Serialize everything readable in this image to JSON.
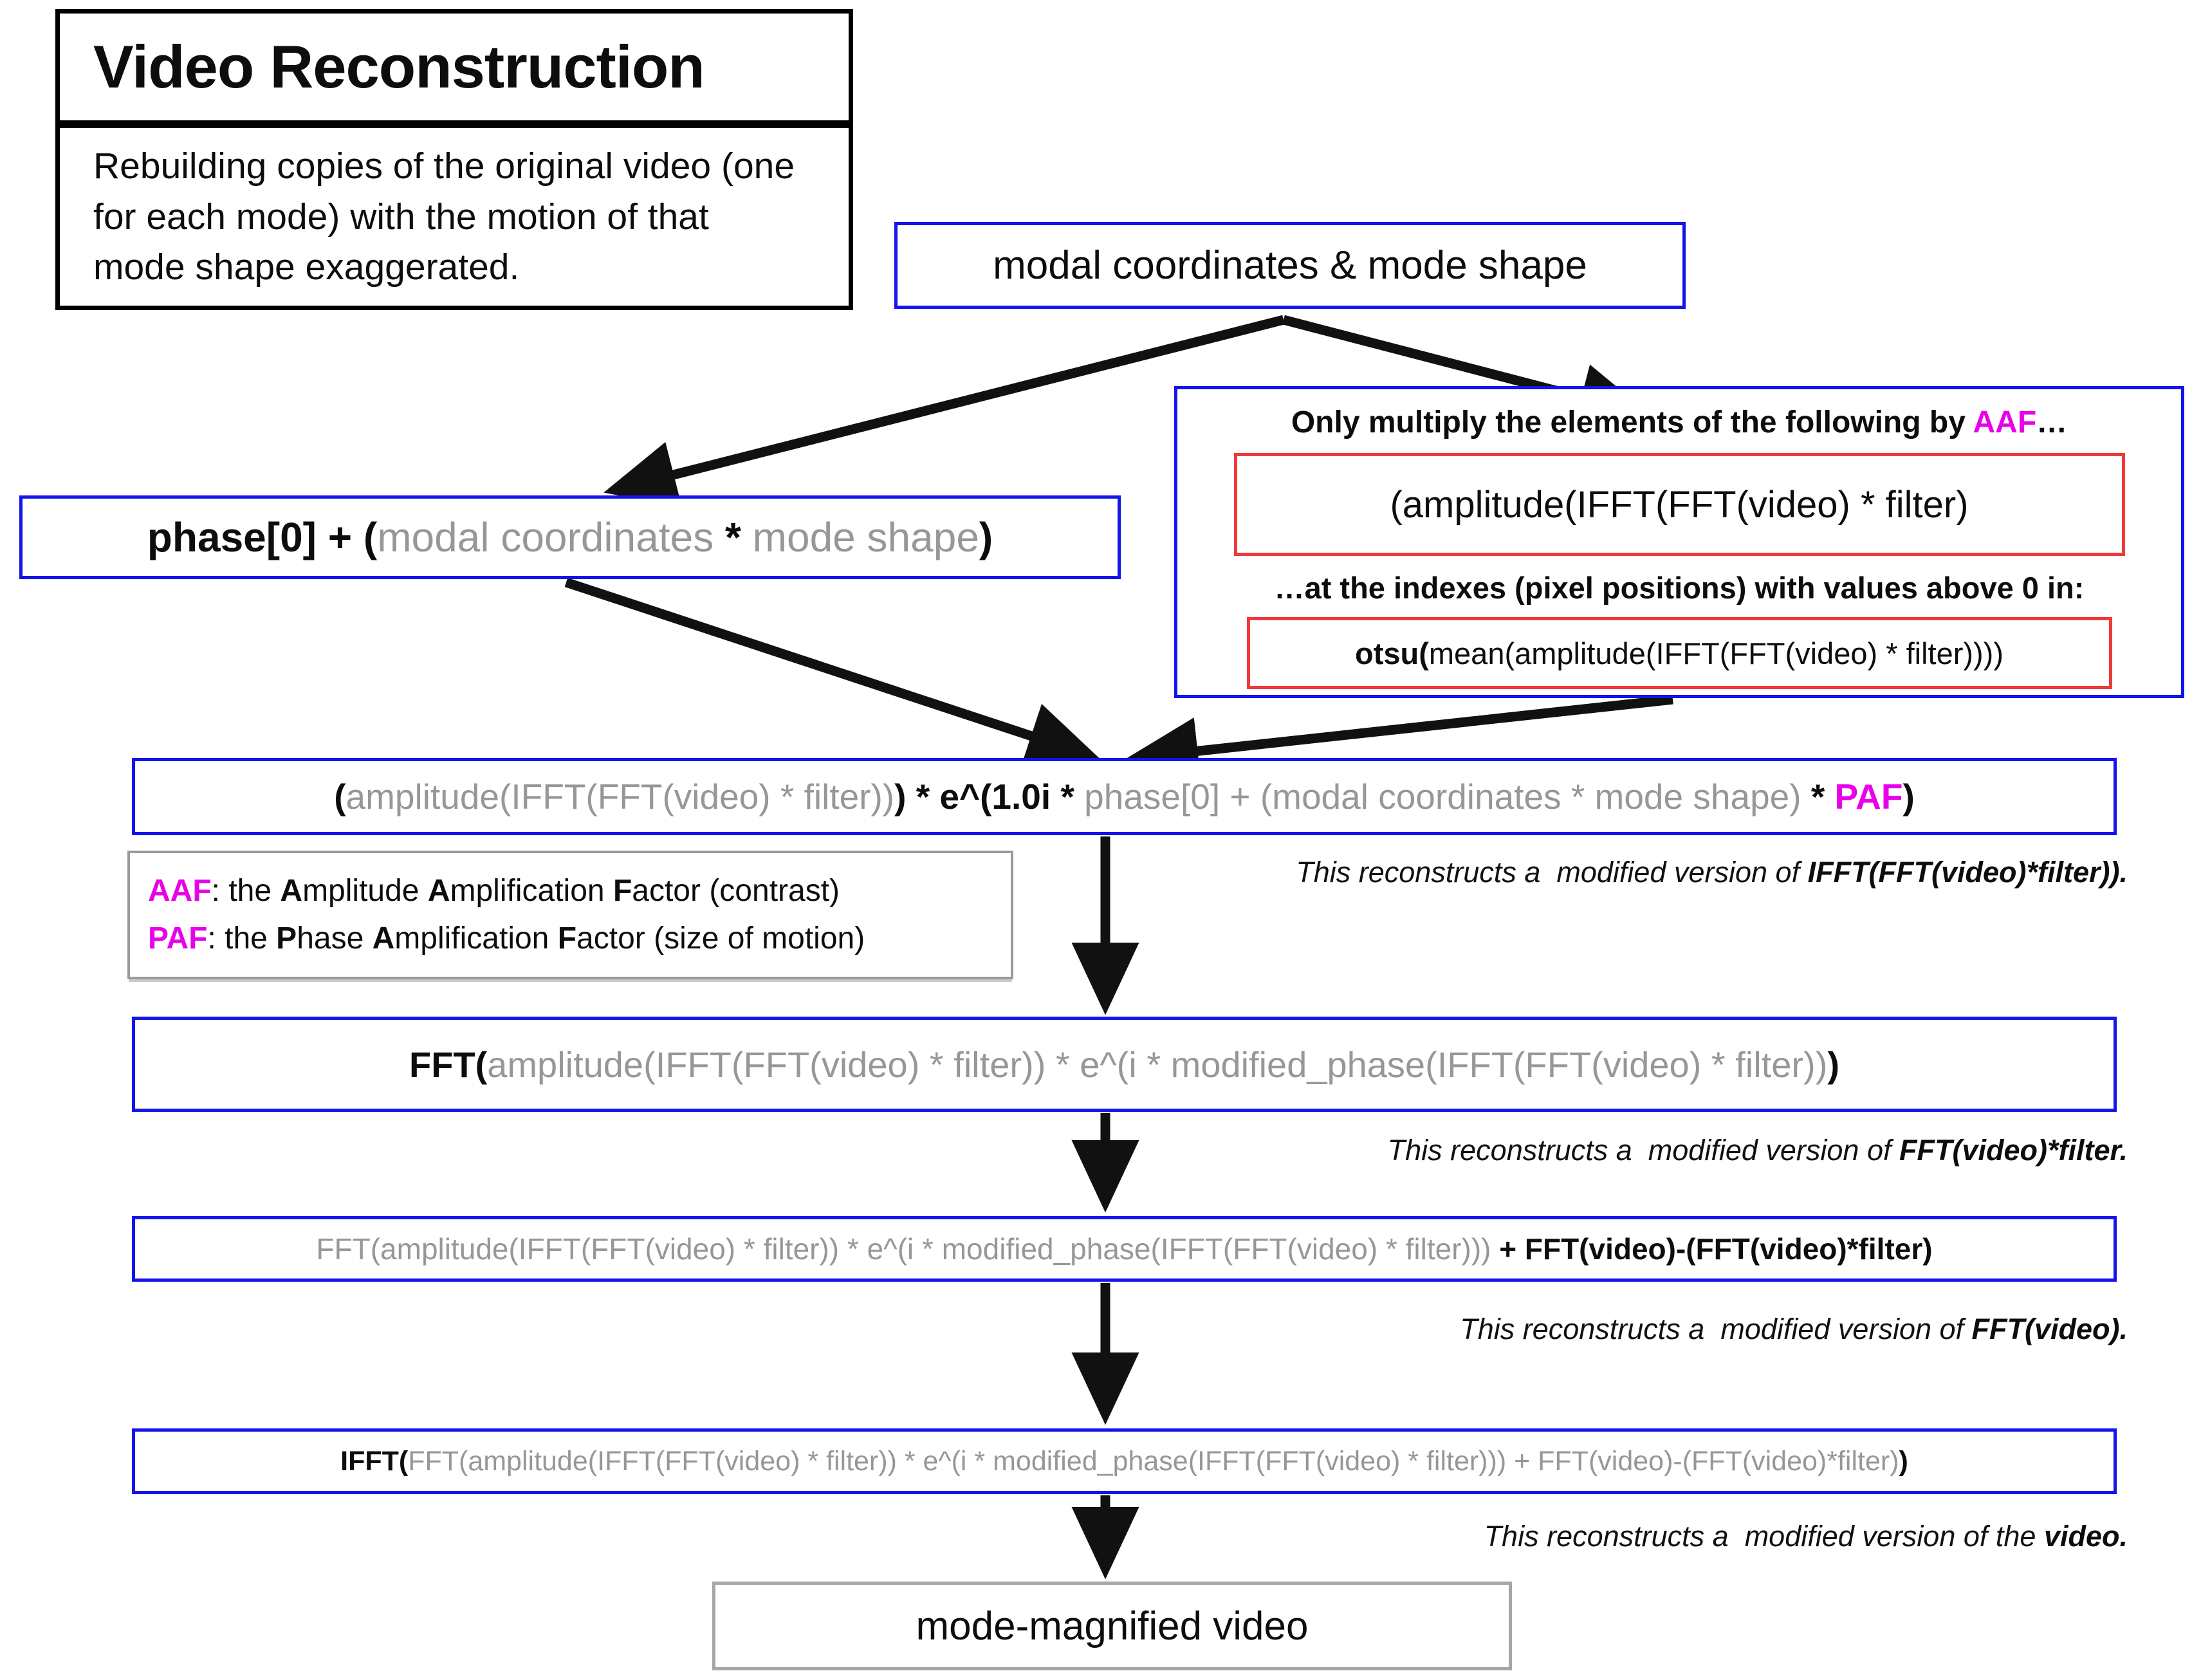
{
  "colors": {
    "accent_blue": "#1414eb",
    "accent_red": "#ee3a3a",
    "accent_magenta": "#e800e8",
    "gray_text": "#979797",
    "gray_border": "#a6a6a6"
  },
  "title_panel": {
    "title": "Video Reconstruction",
    "description": "Rebuilding copies of the original video (one for each mode) with the motion of that mode shape exaggerated."
  },
  "nodes": {
    "modal_coordinates": {
      "label": "modal coordinates & mode shape"
    },
    "phase_sum": {
      "segments": [
        {
          "t": "phase[0] + (",
          "s": "bold"
        },
        {
          "t": "modal coordinates",
          "s": "gray"
        },
        {
          "t": " * ",
          "s": "bold"
        },
        {
          "t": "mode shape",
          "s": "gray"
        },
        {
          "t": ")",
          "s": "bold"
        }
      ]
    },
    "aaf_instructions": {
      "heading": [
        {
          "t": "Only multiply the elements of the following by ",
          "s": "bold"
        },
        {
          "t": "AAF",
          "s": "magenta"
        },
        {
          "t": "…",
          "s": "bold"
        }
      ],
      "amplitude_formula": [
        {
          "t": "(amplitude(IFFT(FFT(video) * filter)",
          "s": "plain"
        }
      ],
      "indexes_note": [
        {
          "t": "…at the indexes (pixel positions) with values above 0 in:",
          "s": "bold"
        }
      ],
      "otsu_formula": [
        {
          "t": "otsu(",
          "s": "bold"
        },
        {
          "t": "mean(amplitude(IFFT(FFT(video) * filter))))",
          "s": "plain"
        }
      ]
    },
    "reconstruct_ifft": {
      "segments": [
        {
          "t": "(",
          "s": "bold"
        },
        {
          "t": "amplitude(IFFT(FFT(video) * filter))",
          "s": "gray"
        },
        {
          "t": ") * e^(1.0i * ",
          "s": "bold"
        },
        {
          "t": "phase[0] + (modal coordinates * mode shape)",
          "s": "gray"
        },
        {
          "t": " * ",
          "s": "bold"
        },
        {
          "t": "PAF",
          "s": "magenta"
        },
        {
          "t": ")",
          "s": "bold"
        }
      ]
    },
    "reconstruct_fft_filter": {
      "segments": [
        {
          "t": "FFT(",
          "s": "bold"
        },
        {
          "t": "amplitude(IFFT(FFT(video) * filter)) * e^(i * modified_phase(IFFT(FFT(video) * filter))",
          "s": "gray"
        },
        {
          "t": ")",
          "s": "bold"
        }
      ]
    },
    "reconstruct_fft_video": {
      "segments": [
        {
          "t": "FFT(amplitude(IFFT(FFT(video) * filter)) * e^(i * modified_phase(IFFT(FFT(video) * filter)))",
          "s": "gray"
        },
        {
          "t": " + FFT(video)-(FFT(video)*filter)",
          "s": "bold"
        }
      ]
    },
    "reconstruct_video": {
      "segments": [
        {
          "t": "IFFT(",
          "s": "bold"
        },
        {
          "t": "FFT(amplitude(IFFT(FFT(video) * filter)) * e^(i * modified_phase(IFFT(FFT(video) * filter))) + FFT(video)-(FFT(video)*filter)",
          "s": "gray"
        },
        {
          "t": ")",
          "s": "bold"
        }
      ]
    },
    "output": {
      "label": "mode-magnified video"
    }
  },
  "legend": {
    "aaf_line": [
      {
        "t": "AAF",
        "s": "magenta"
      },
      {
        "t": ": the ",
        "s": "plain"
      },
      {
        "t": "A",
        "s": "bold"
      },
      {
        "t": "mplitude ",
        "s": "plain"
      },
      {
        "t": "A",
        "s": "bold"
      },
      {
        "t": "mplification ",
        "s": "plain"
      },
      {
        "t": "F",
        "s": "bold"
      },
      {
        "t": "actor (contrast)",
        "s": "plain"
      }
    ],
    "paf_line": [
      {
        "t": "PAF",
        "s": "magenta"
      },
      {
        "t": ": the ",
        "s": "plain"
      },
      {
        "t": "P",
        "s": "bold"
      },
      {
        "t": "hase ",
        "s": "plain"
      },
      {
        "t": "A",
        "s": "bold"
      },
      {
        "t": "mplification ",
        "s": "plain"
      },
      {
        "t": "F",
        "s": "bold"
      },
      {
        "t": "actor (size of motion)",
        "s": "plain"
      }
    ]
  },
  "annotations": {
    "ifft_filter": [
      {
        "t": "This reconstructs a  modified version of ",
        "s": "plain"
      },
      {
        "t": "IFFT(FFT(video)*filter)).",
        "s": "bold"
      }
    ],
    "fft_filter": [
      {
        "t": "This reconstructs a  modified version of ",
        "s": "plain"
      },
      {
        "t": "FFT(video)*filter.",
        "s": "bold"
      }
    ],
    "fft_video": [
      {
        "t": "This reconstructs a  modified version of ",
        "s": "plain"
      },
      {
        "t": "FFT(video).",
        "s": "bold"
      }
    ],
    "video": [
      {
        "t": "This reconstructs a  modified version of the ",
        "s": "plain"
      },
      {
        "t": "video.",
        "s": "bold"
      }
    ]
  }
}
